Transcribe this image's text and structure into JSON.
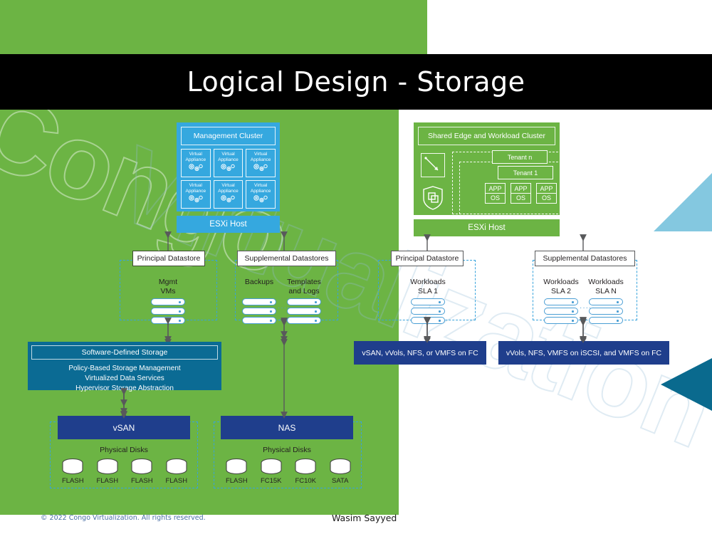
{
  "slide": {
    "title": "Logical Design - Storage",
    "watermark_text": "Congo",
    "watermark_text2": "Virtualization",
    "colors": {
      "green": "#6CB444",
      "black": "#000000",
      "mgmt_blue": "#35A8DF",
      "sds_teal": "#0B6B94",
      "navy": "#1F3E8C",
      "dash_blue": "#37A3DC",
      "tri_lightblue": "#84C8E0",
      "tri_teal": "#0A6A8E"
    }
  },
  "management_cluster": {
    "title": "Management Cluster",
    "appliances": [
      {
        "line1": "Virtual",
        "line2": "Appliance",
        "icon": "gears-icon"
      },
      {
        "line1": "Virtual",
        "line2": "Appliance",
        "icon": "gears-icon"
      },
      {
        "line1": "Virtual",
        "line2": "Appliance",
        "icon": "gears-icon"
      },
      {
        "line1": "Virtual",
        "line2": "Appliance",
        "icon": "gears-icon"
      },
      {
        "line1": "Virtual",
        "line2": "Appliance",
        "icon": "gears-icon"
      },
      {
        "line1": "Virtual",
        "line2": "Appliance",
        "icon": "gears-icon"
      }
    ],
    "host_label": "ESXi Host"
  },
  "workload_cluster": {
    "title": "Shared Edge and Workload Cluster",
    "tenant_n": "Tenant n",
    "tenant_1": "Tenant 1",
    "vms": [
      {
        "app": "APP",
        "os": "OS"
      },
      {
        "app": "APP",
        "os": "OS"
      },
      {
        "app": "APP",
        "os": "OS"
      }
    ],
    "icons": [
      "network-switch-icon",
      "nsx-shield-icon"
    ],
    "host_label": "ESXi Host"
  },
  "datastores": {
    "mgmt_principal": {
      "label": "Principal Datastore",
      "stacks": [
        {
          "name": "Mgmt\nVMs",
          "line1": "Mgmt",
          "line2": "VMs",
          "disks": 3
        }
      ]
    },
    "mgmt_supplemental": {
      "label": "Supplemental Datastores",
      "stacks": [
        {
          "line1": "Backups",
          "line2": "",
          "disks": 3
        },
        {
          "line1": "Templates",
          "line2": "and Logs",
          "disks": 3
        }
      ],
      "separator": "·····"
    },
    "workload_principal": {
      "label": "Principal Datastore",
      "stacks": [
        {
          "line1": "Workloads",
          "line2": "SLA 1",
          "disks": 3
        }
      ]
    },
    "workload_supplemental": {
      "label": "Supplemental Datastores",
      "stacks": [
        {
          "line1": "Workloads",
          "line2": "SLA 2",
          "disks": 3
        },
        {
          "line1": "Workloads",
          "line2": "SLA N",
          "disks": 3
        }
      ],
      "separator": "·····"
    }
  },
  "software_defined_storage": {
    "title": "Software-Defined Storage",
    "features": [
      "Policy-Based Storage Management",
      "Virtualized Data Services",
      "Hypervisor Storage Abstraction"
    ]
  },
  "protocols": {
    "left": "vSAN, vVols, NFS, or VMFS on FC",
    "right": "vVols, NFS, VMFS on iSCSI, and VMFS on FC"
  },
  "arrays": [
    {
      "name": "vSAN",
      "disks_title": "Physical Disks",
      "disks": [
        "FLASH",
        "FLASH",
        "FLASH",
        "FLASH"
      ]
    },
    {
      "name": "NAS",
      "disks_title": "Physical Disks",
      "disks": [
        "FLASH",
        "FC15K",
        "FC10K",
        "SATA"
      ]
    }
  ],
  "footer": {
    "copyright": "© 2022 Congo Virtualization. All rights reserved.",
    "author": "Wasim Sayyed"
  }
}
